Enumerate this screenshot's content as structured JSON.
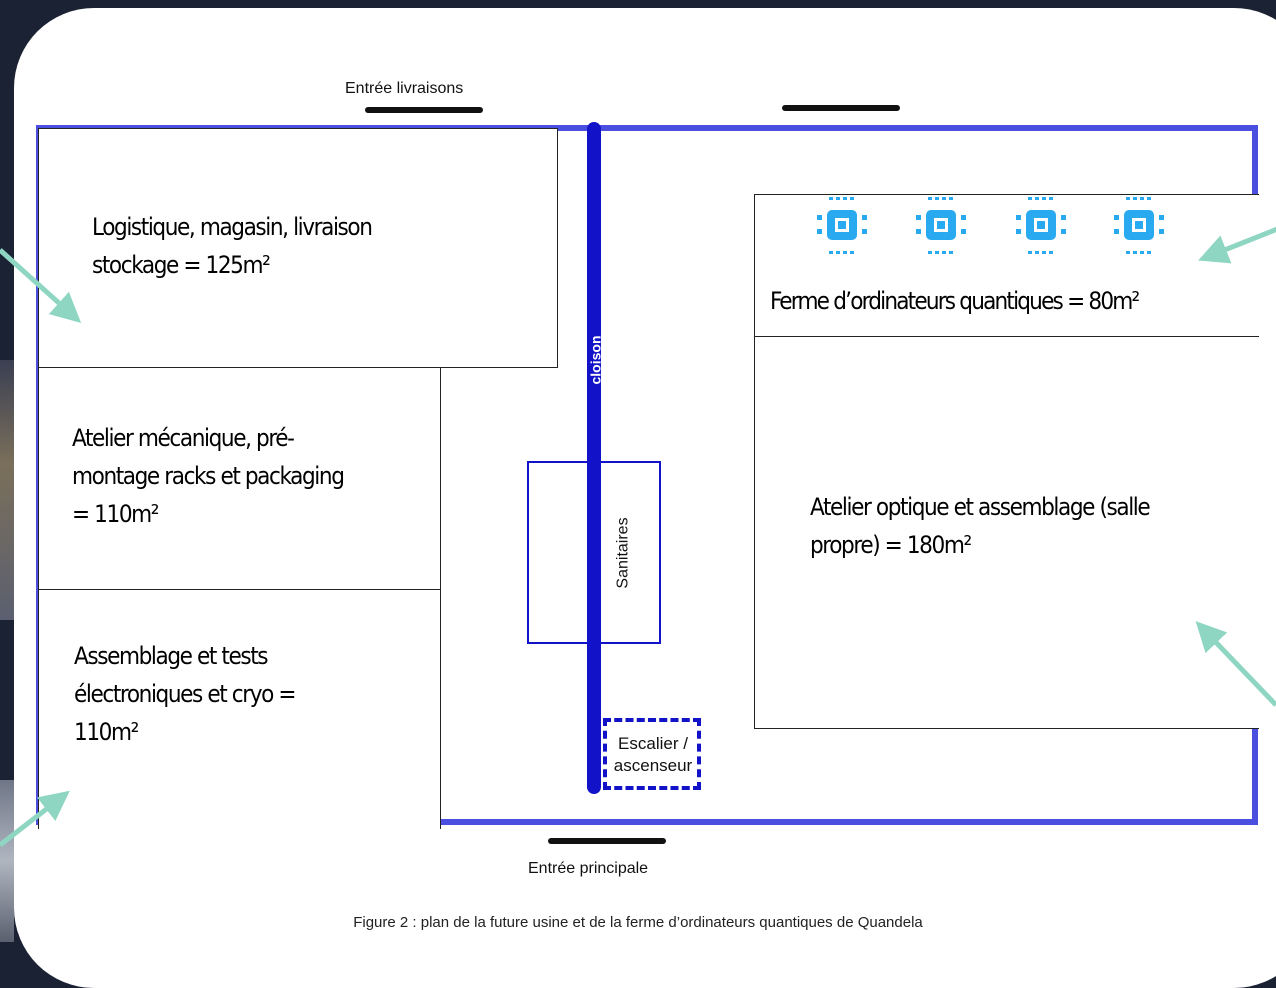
{
  "entrances": {
    "delivery": "Entrée livraisons",
    "main": "Entrée principale"
  },
  "rooms": {
    "logistics": [
      "Logistique, magasin, livraison",
      "stockage = 125m²"
    ],
    "mechanics": [
      "Atelier mécanique, pré-",
      "montage racks et packaging",
      "= 110m²"
    ],
    "electronics": [
      "Assemblage et tests",
      "électroniques et cryo =",
      "110m²"
    ],
    "quantum_farm": "Ferme d’ordinateurs quantiques = 80m²",
    "optics": [
      "Atelier optique et assemblage (salle",
      "propre) = 180m²"
    ]
  },
  "wall_label": "cloison",
  "sanitaires": "Sanitaires",
  "stairs": [
    "Escalier /",
    "ascenseur"
  ],
  "caption": "Figure 2 : plan de la future usine et de la ferme d’ordinateurs quantiques de Quandela",
  "icons": {
    "quantum_chip": "cpu-chip-icon",
    "count": 4
  },
  "colors": {
    "outer_wall": "#4a4fe0",
    "partition": "#1212c8",
    "chip_icon": "#29a9f0",
    "arrow": "#8fd6c2",
    "background": "#1b2233"
  }
}
